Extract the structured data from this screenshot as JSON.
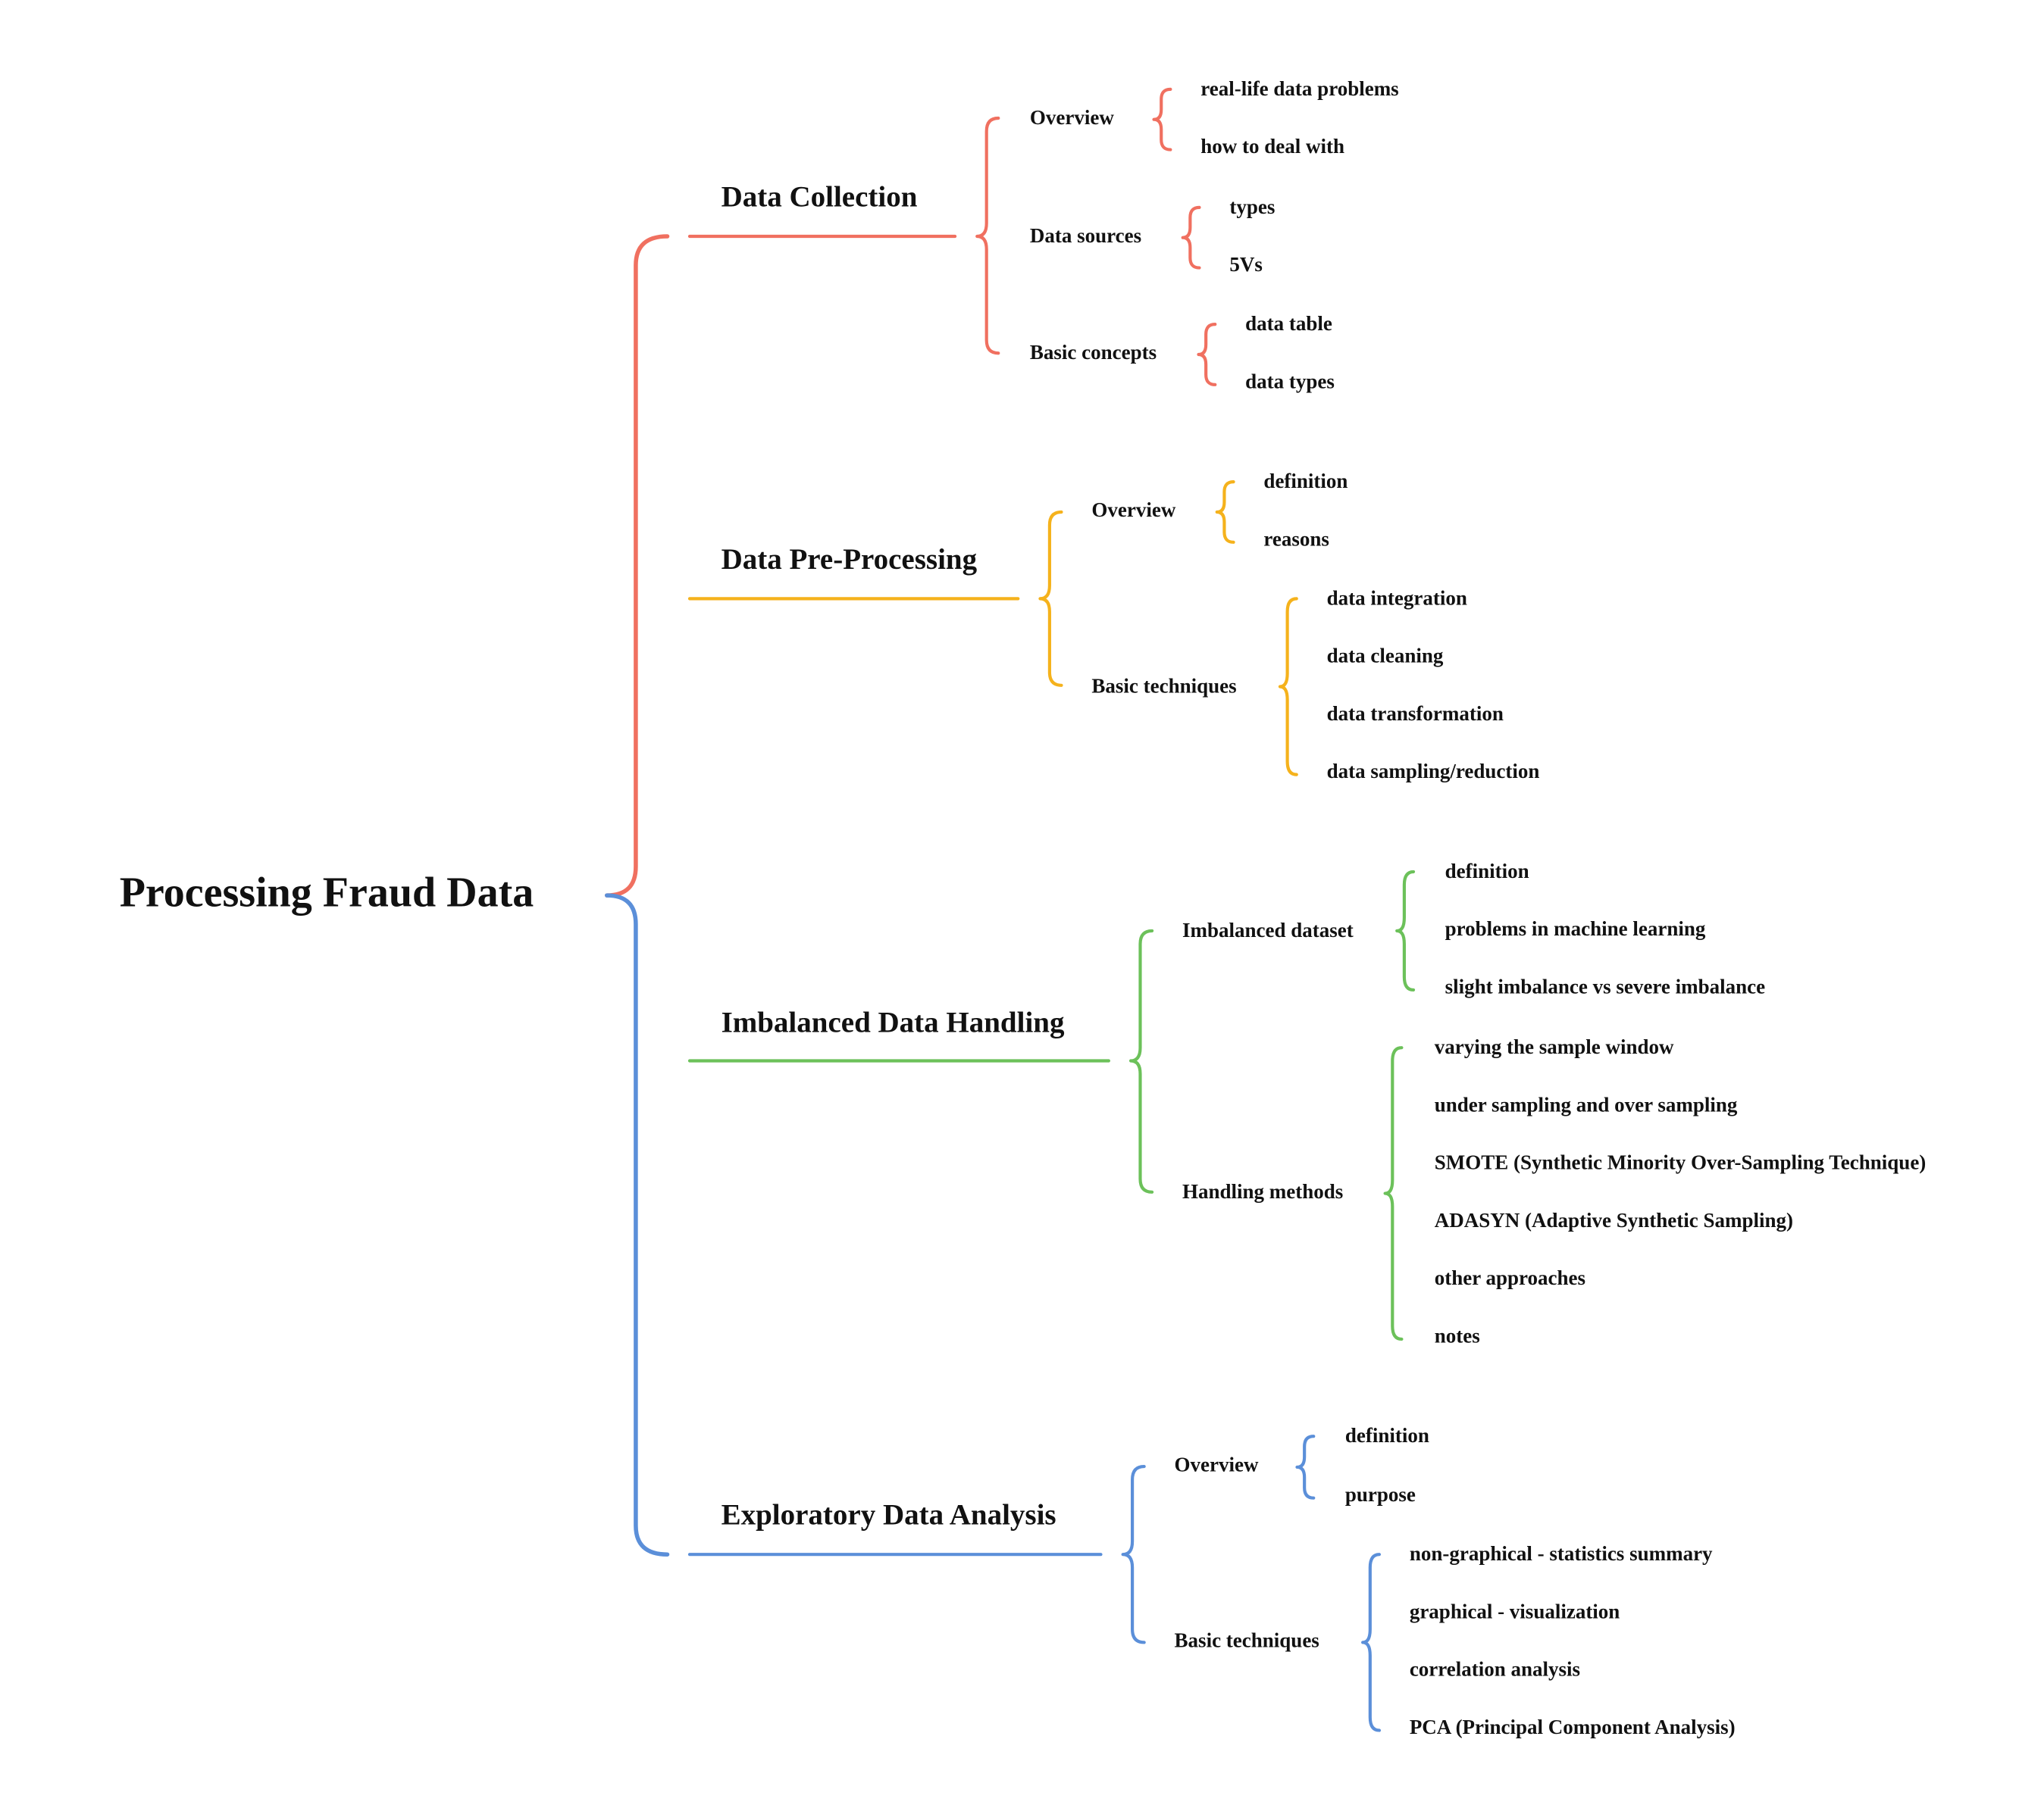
{
  "root": {
    "label": "Processing Fraud Data"
  },
  "colors": {
    "red": "#F07060",
    "orange": "#F5B21C",
    "green": "#6CC15A",
    "blue": "#5B8FD9",
    "text": "#111111"
  },
  "branches": [
    {
      "id": "data-collection",
      "label": "Data Collection",
      "color": "#F07060",
      "children": [
        {
          "id": "overview",
          "label": "Overview",
          "children": [
            {
              "label": "real-life data problems"
            },
            {
              "label": "how to deal with"
            }
          ]
        },
        {
          "id": "data-sources",
          "label": "Data sources",
          "children": [
            {
              "label": "types"
            },
            {
              "label": "5Vs"
            }
          ]
        },
        {
          "id": "basic-concepts",
          "label": "Basic concepts",
          "children": [
            {
              "label": "data table"
            },
            {
              "label": "data types"
            }
          ]
        }
      ]
    },
    {
      "id": "data-pre-processing",
      "label": "Data Pre-Processing",
      "color": "#F5B21C",
      "children": [
        {
          "id": "overview",
          "label": "Overview",
          "children": [
            {
              "label": "definition"
            },
            {
              "label": "reasons"
            }
          ]
        },
        {
          "id": "basic-techniques",
          "label": "Basic techniques",
          "children": [
            {
              "label": "data integration"
            },
            {
              "label": "data cleaning"
            },
            {
              "label": "data transformation"
            },
            {
              "label": "data sampling/reduction"
            }
          ]
        }
      ]
    },
    {
      "id": "imbalanced-data-handling",
      "label": "Imbalanced Data Handling",
      "color": "#6CC15A",
      "children": [
        {
          "id": "imbalanced-dataset",
          "label": "Imbalanced dataset",
          "children": [
            {
              "label": "definition"
            },
            {
              "label": "problems in machine learning"
            },
            {
              "label": "slight imbalance vs severe imbalance"
            }
          ]
        },
        {
          "id": "handling-methods",
          "label": "Handling methods",
          "children": [
            {
              "label": "varying the sample window"
            },
            {
              "label": "under sampling and over sampling"
            },
            {
              "label": "SMOTE (Synthetic Minority Over-Sampling Technique)"
            },
            {
              "label": "ADASYN (Adaptive Synthetic Sampling)"
            },
            {
              "label": "other approaches"
            },
            {
              "label": "notes"
            }
          ]
        }
      ]
    },
    {
      "id": "exploratory-data-analysis",
      "label": "Exploratory Data Analysis",
      "color": "#5B8FD9",
      "children": [
        {
          "id": "overview",
          "label": "Overview",
          "children": [
            {
              "label": "definition"
            },
            {
              "label": "purpose"
            }
          ]
        },
        {
          "id": "basic-techniques",
          "label": "Basic techniques",
          "children": [
            {
              "label": "non-graphical - statistics summary"
            },
            {
              "label": "graphical - visualization"
            },
            {
              "label": "correlation analysis"
            },
            {
              "label": "PCA (Principal Component Analysis)"
            }
          ]
        }
      ]
    }
  ]
}
